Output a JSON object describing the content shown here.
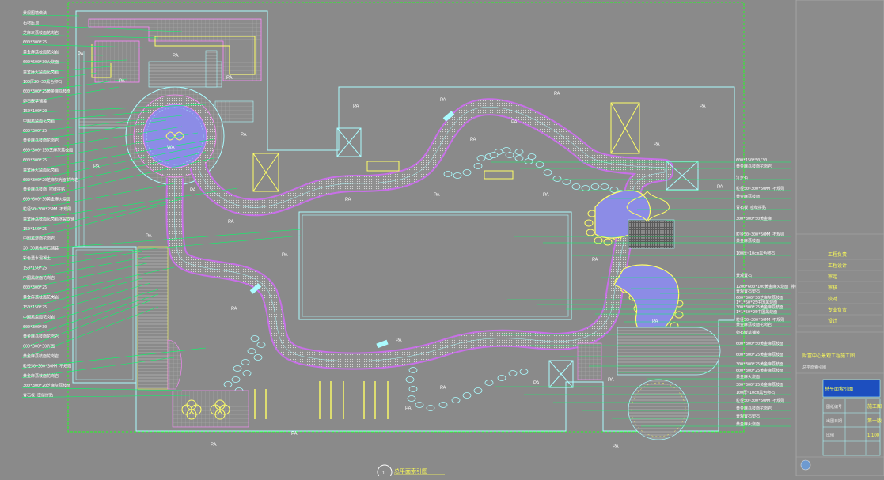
{
  "drawing": {
    "zone_code": "PA",
    "water_code": "WA",
    "view_number": "1",
    "view_title": "总平面索引图"
  },
  "callouts_left": [
    "景观围墙做法",
    "石材压顶",
    "芝麻灰荔枝面花岗岩",
    "600*300*25",
    "黄金麻荔枝面花岗岩",
    "600*600*30火烧面",
    "黄金麻火烧面花岗岩",
    "100厚20~30黑色卵石",
    "600*300*25黄金麻荔枝面",
    "卵石嵌草铺装",
    "150*100*20",
    "中国黑烧面花岗岩",
    "600*300*25",
    "黄金麻荔枝面花岗岩",
    "600*300*150芝麻灰荔枝面",
    "600*300*25",
    "黄金麻火烧面花岗岩",
    "600*300*20芝麻灰光面花岗岩",
    "黄金麻荔枝面 密缝拼贴",
    "600*600*30黄金麻火烧面",
    "粒径50~300*25MM 不规则",
    "黄金麻荔枝面花岗岩冰裂纹铺",
    "150*150*25",
    "中国黑烧面花岗岩",
    "20~30黑色卵石铺装",
    "彩色透水混凝土",
    "150*150*25",
    "中国黑烧面花岗岩",
    "600*300*25",
    "黄金麻荔枝面花岗岩",
    "150*150*25",
    "中国黑烧面花岗岩",
    "600*300*30",
    "黄金麻荔枝面花岗岩",
    "600*300*30光面",
    "黄金麻荔枝面花岗岩",
    "粒径50~300*30MM 不规则",
    "黄金麻荔枝面花岗岩",
    "300*300*20芝麻灰荔枝面",
    "青石板 密缝拼贴"
  ],
  "callouts_right": [
    "600*150*50/30",
    "黄金麻荔枝面花岗岩",
    "汀步石",
    "粒径50~300*50MM 不规则",
    "黄金麻荔枝面",
    "青石板 密缝拼贴",
    "300*300*50黄金麻",
    "粒径50~300*50MM 不规则",
    "黄金麻荔枝面",
    "100厚~10cm黑色卵石",
    "景观置石",
    "1200*600*100黄金麻火烧面 排水、排水沟",
    "景观置石塑石",
    "600*300*30芝麻灰荔枝面",
    "1*1*50*25中国黑烧面",
    "300*300*25黄金麻荔枝面",
    "1*1*50*25中国黑烧面",
    "粒径50~300*50MM 不规则",
    "黄金麻荔枝面花岗岩",
    "卵石嵌草铺装",
    "600*300*50黄金麻荔枝面",
    "600*300*25黄金麻荔枝面",
    "300*300*25黄金麻荔枝面",
    "600*300*25黄金麻荔枝面",
    "黄金麻火烧面",
    "300*300*25黄金麻荔枝面",
    "100厚~10cm黑色卵石",
    "粒径50~300*50MM 不规则",
    "黄金麻荔枝面花岗岩",
    "景观置石塑石",
    "黄金麻火烧面"
  ],
  "title_block": {
    "roles": [
      "工程负责",
      "工程设计",
      "审定",
      "审核",
      "校对",
      "专业负责",
      "设计"
    ],
    "project_name": "财富中心景观工程施工图",
    "sheet_title": "总平面索引图",
    "sheet_subtitle": "总平面索引图",
    "row_labels": [
      "图纸编号",
      "出图日期",
      "比例"
    ],
    "row_values": [
      "施工图",
      "第一版",
      "1:100"
    ]
  },
  "colors": {
    "background": "#8a8a8a",
    "boundary": "#22ff22",
    "wall": "#aafcff",
    "path": "#cc77ee",
    "pebble": "#ffff66",
    "water": "#8888dd",
    "leader": "#00ff66"
  }
}
